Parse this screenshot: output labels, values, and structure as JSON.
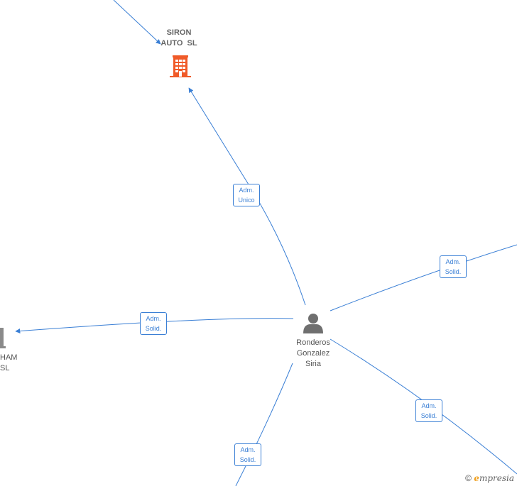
{
  "nodes": {
    "company_top": {
      "line1": "SIRON",
      "line2": "AUTO  SL"
    },
    "company_left": {
      "line1": "HAM",
      "line2": "SL"
    },
    "person": {
      "line1": "Ronderos",
      "line2": "Gonzalez",
      "line3": "Siria"
    }
  },
  "roles": [
    {
      "line1": "Adm.",
      "line2": "Unico"
    },
    {
      "line1": "Adm.",
      "line2": "Solid."
    },
    {
      "line1": "Adm.",
      "line2": "Solid."
    },
    {
      "line1": "Adm.",
      "line2": "Solid."
    },
    {
      "line1": "Adm.",
      "line2": "Solid."
    }
  ],
  "colors": {
    "edge": "#3a7fd5",
    "company_icon": "#f05a28",
    "person_icon": "#6f6f6f",
    "left_icon": "#8a8a8a"
  },
  "icons": {
    "company_top": "building-icon",
    "company_left": "building-icon",
    "person": "person-icon"
  },
  "footer": {
    "copyright": "©",
    "brand_initial": "e",
    "brand_rest": "mpresia"
  }
}
